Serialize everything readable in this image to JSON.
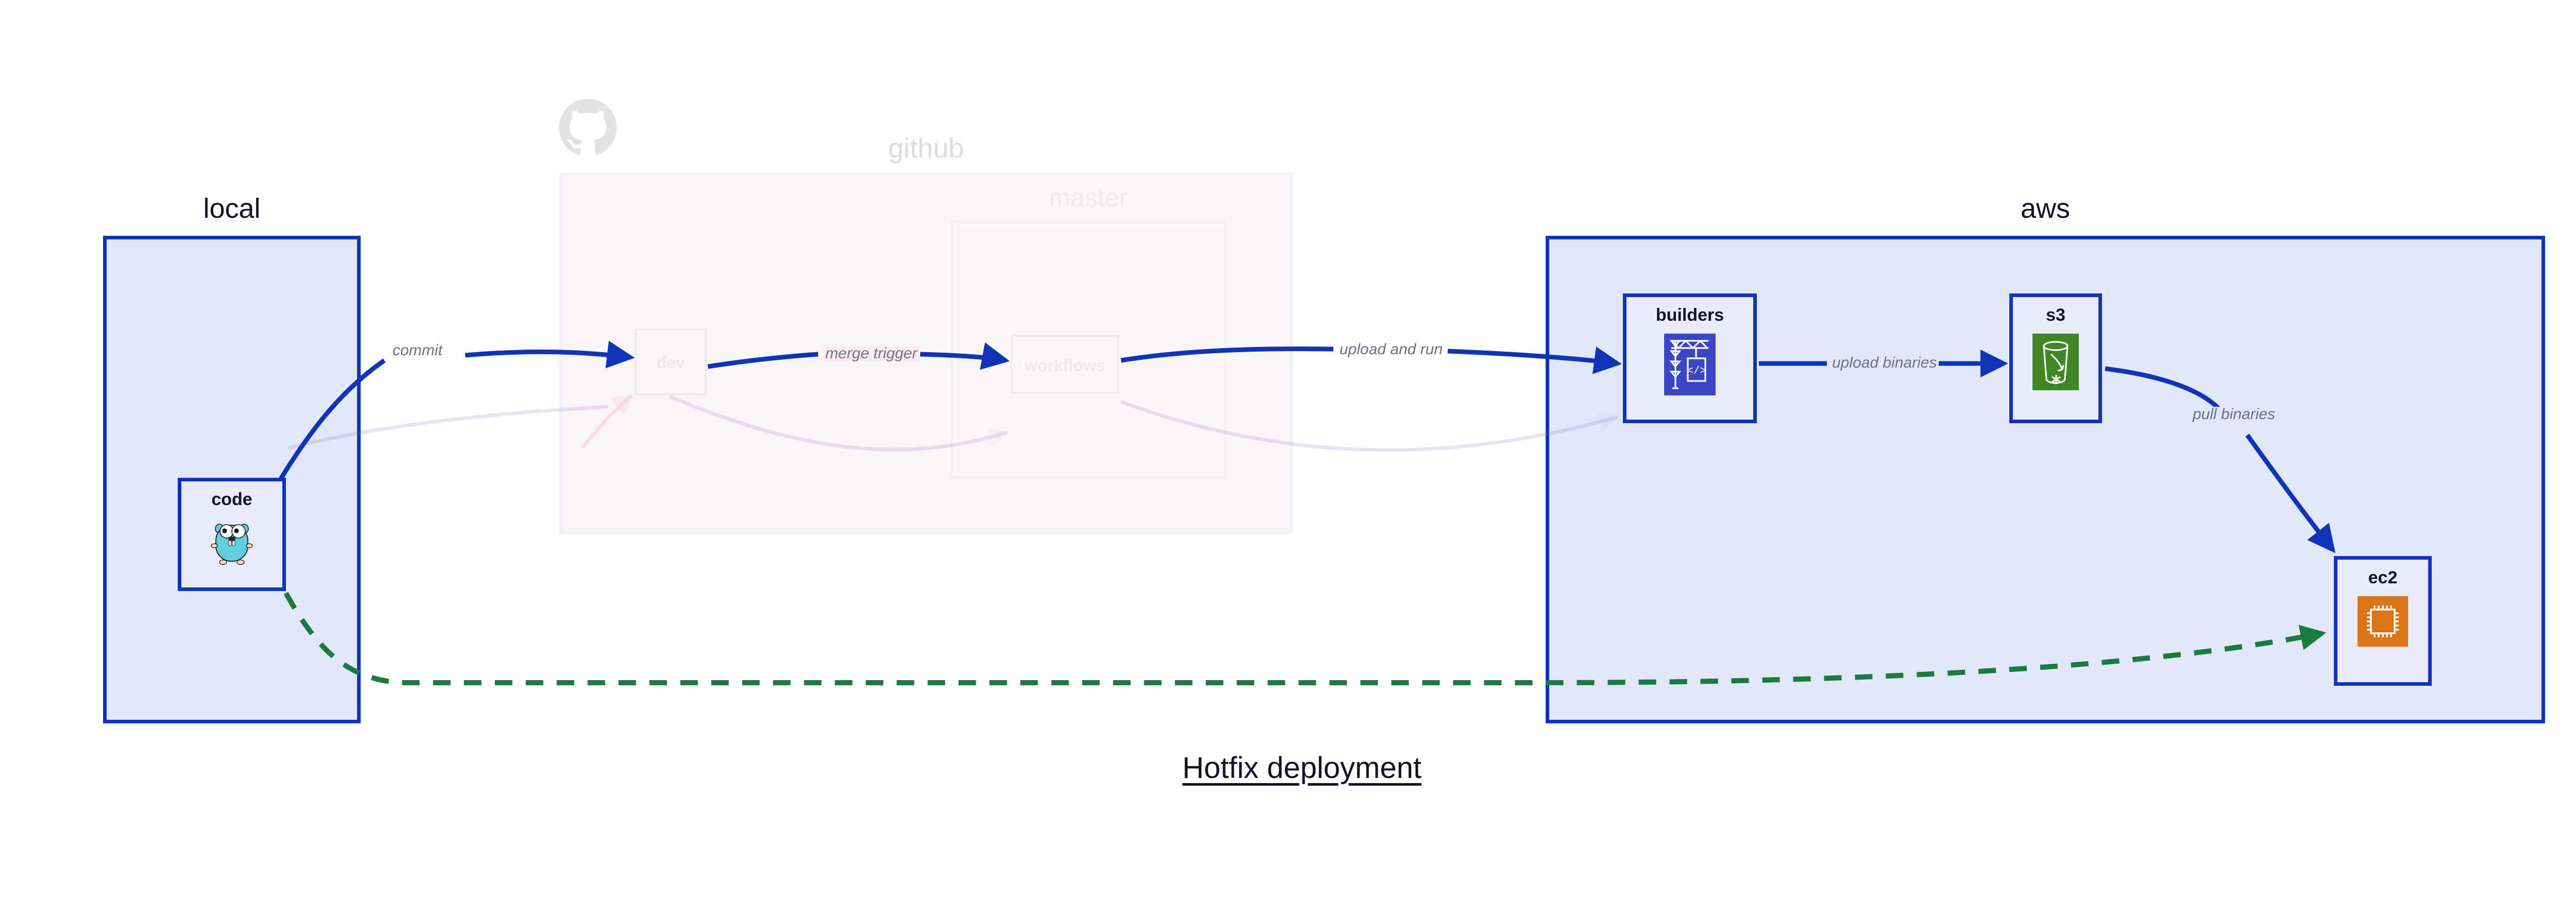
{
  "caption": "Hotfix deployment",
  "groups": [
    {
      "id": "local",
      "label": "local",
      "style": "active"
    },
    {
      "id": "github",
      "label": "github",
      "style": "faded"
    },
    {
      "id": "aws",
      "label": "aws",
      "style": "active"
    }
  ],
  "github": {
    "label": "github",
    "logo_icon": "github-octocat-icon",
    "subgroup": {
      "label": "master"
    },
    "nodes": [
      {
        "id": "dev",
        "label": "dev"
      },
      {
        "id": "workflows",
        "label": "workflows"
      }
    ]
  },
  "local": {
    "label": "local",
    "nodes": [
      {
        "id": "code",
        "label": "code",
        "icon": "go-gopher-icon"
      }
    ]
  },
  "aws": {
    "label": "aws",
    "nodes": [
      {
        "id": "builders",
        "label": "builders",
        "icon": "aws-crane-builder-icon"
      },
      {
        "id": "s3",
        "label": "s3",
        "icon": "aws-s3-bucket-icon"
      },
      {
        "id": "ec2",
        "label": "ec2",
        "icon": "aws-ec2-cpu-icon"
      }
    ]
  },
  "edges": [
    {
      "id": "commit",
      "label": "commit",
      "from": "code",
      "to": "dev",
      "style": "solid-blue"
    },
    {
      "id": "merge-trigger",
      "label": "merge trigger",
      "from": "dev",
      "to": "workflows",
      "style": "solid-blue"
    },
    {
      "id": "upload-and-run",
      "label": "upload and run",
      "from": "workflows",
      "to": "builders",
      "style": "solid-blue"
    },
    {
      "id": "upload-binaries",
      "label": "upload binaries",
      "from": "builders",
      "to": "s3",
      "style": "solid-blue"
    },
    {
      "id": "pull-binaries",
      "label": "pull binaries",
      "from": "s3",
      "to": "ec2",
      "style": "solid-blue"
    },
    {
      "id": "hotfix-direct",
      "label": "",
      "from": "code",
      "to": "ec2",
      "style": "dashed-green"
    }
  ],
  "colors": {
    "accent_blue": "#0f34b5",
    "node_fill": "#e9edfb",
    "group_fill_blue": "#e2e8fb",
    "group_fill_pink": "#f6dbe2",
    "dashed_green": "#1b7a3e",
    "label_gray": "#6b7280",
    "title_dark": "#12132b",
    "aws_s3_green": "#3f8624",
    "aws_ec2_orange": "#d9741a",
    "aws_builder_indigo": "#3a46c6",
    "gopher_cyan": "#5fcfdd"
  }
}
